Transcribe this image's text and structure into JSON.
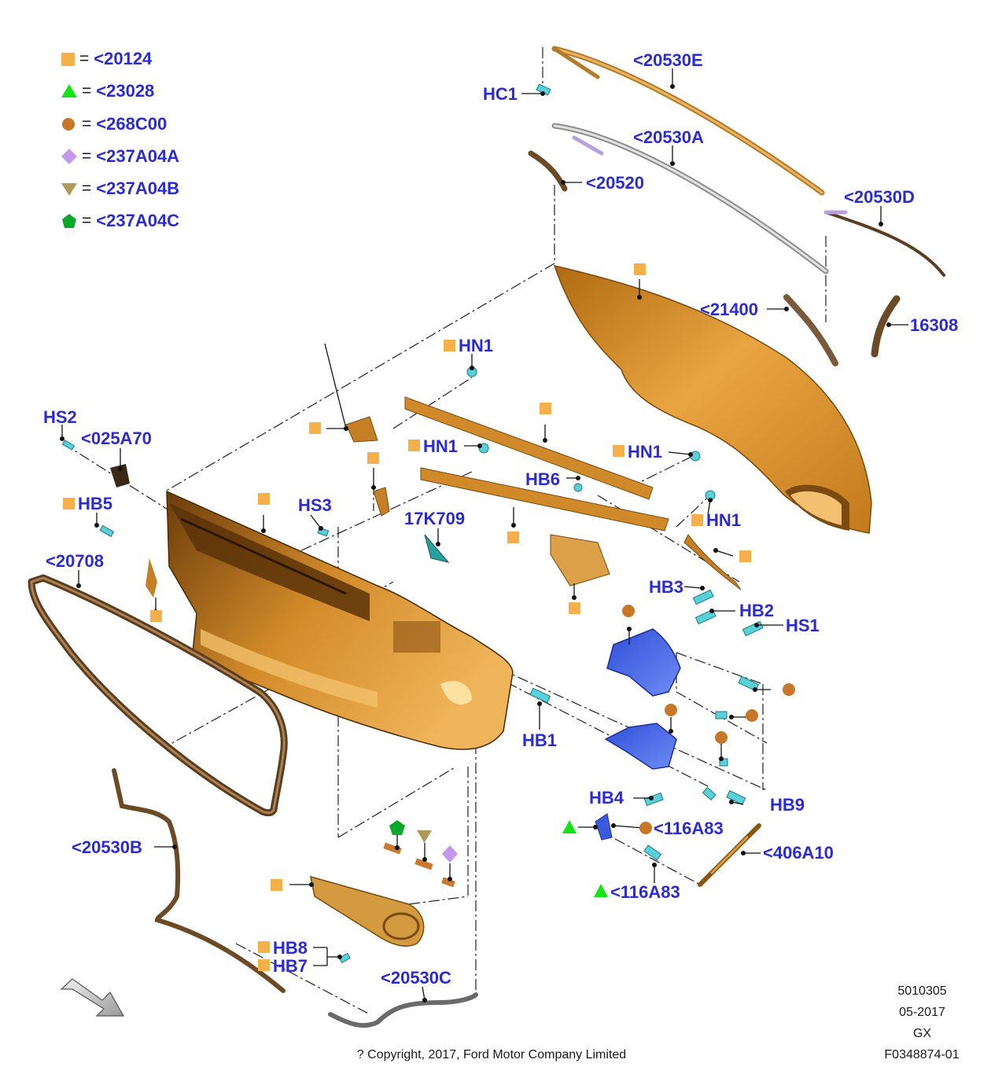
{
  "legend": [
    {
      "symbol": "square",
      "color": "#f5b04a",
      "eq": "=",
      "code": "<20124"
    },
    {
      "symbol": "triangle",
      "color": "#13e413",
      "eq": "=",
      "code": "<23028"
    },
    {
      "symbol": "circle",
      "color": "#c87628",
      "eq": "=",
      "code": "<268C00"
    },
    {
      "symbol": "diamond",
      "color": "#c497ea",
      "eq": "=",
      "code": "<237A04A"
    },
    {
      "symbol": "triangle-down",
      "color": "#b09a5a",
      "eq": "=",
      "code": "<237A04B"
    },
    {
      "symbol": "pentagon",
      "color": "#0aa82a",
      "eq": "=",
      "code": "<237A04C"
    }
  ],
  "labels": {
    "hc1": "HC1",
    "p20530e": "<20530E",
    "p20530a": "<20530A",
    "p20520": "<20520",
    "p20530d": "<20530D",
    "p21400": "<21400",
    "p16308": "16308",
    "hn1_top": "HN1",
    "hn1_mid": "HN1",
    "hn1_right": "HN1",
    "hn1_low": "HN1",
    "hs2": "HS2",
    "p025a70": "<025A70",
    "hb5": "HB5",
    "hs3": "HS3",
    "p17k709": "17K709",
    "hb6": "HB6",
    "p20708": "<20708",
    "hb3": "HB3",
    "hb2": "HB2",
    "hs1": "HS1",
    "hb1": "HB1",
    "hb4": "HB4",
    "hb9": "HB9",
    "p116a83_a": "<116A83",
    "p406a10": "<406A10",
    "p116a83_b": "<116A83",
    "p20530b": "<20530B",
    "hb8": "HB8",
    "hb7": "HB7",
    "p20530c": "<20530C"
  },
  "footer": {
    "ref1": "5010305",
    "ref2": "05-2017",
    "ref3": "GX",
    "ref4": "F0348874-01",
    "copyright": "? Copyright, 2017, Ford Motor Company Limited"
  },
  "colors": {
    "panel": "#d98e2a",
    "panel_dark": "#8a5412",
    "bracket_blue": "#3a5be0",
    "fastener": "#5ad0d8",
    "label_blue": "#2b2bd6",
    "seal": "#6b4a25"
  }
}
